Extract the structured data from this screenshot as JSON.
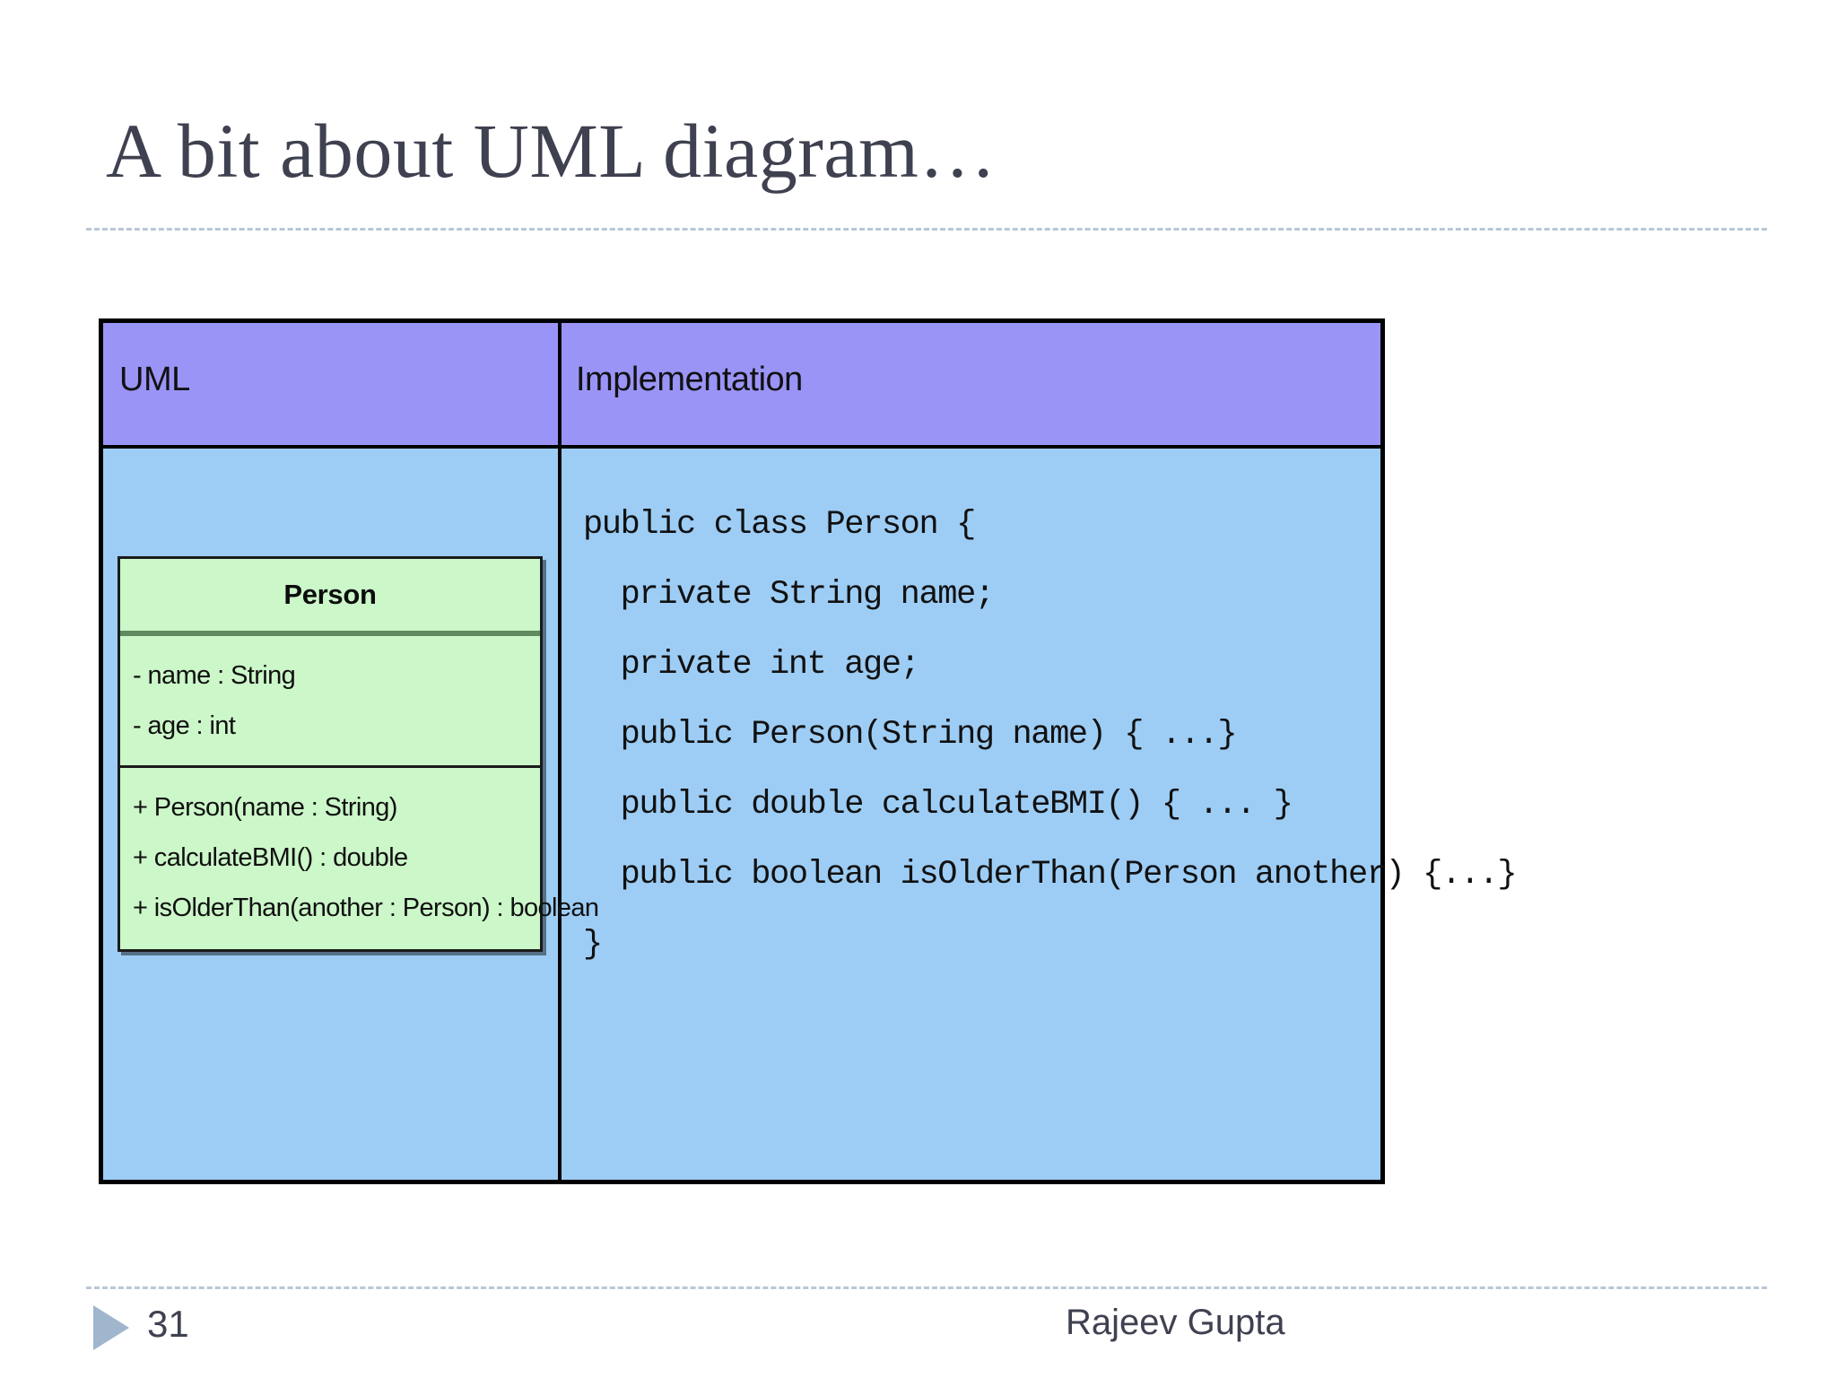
{
  "slide": {
    "title": "A bit about UML diagram…"
  },
  "table": {
    "headers": {
      "left": "UML",
      "right": "Implementation"
    },
    "colors": {
      "header_background": "#9b94f7",
      "body_background": "#9dcdf5",
      "class_box_background": "#ccf7c9",
      "border": "#000000",
      "class_divider": "#5f8a5f",
      "title_text": "#3f4150",
      "footer_triangle": "#9fb6cd",
      "dashed_rule": "#b9c7d6"
    }
  },
  "uml_class": {
    "name": "Person",
    "attributes": [
      "- name : String",
      "- age : int"
    ],
    "methods": [
      "+ Person(name : String)",
      "+ calculateBMI() : double",
      "+ isOlderThan(another : Person) : boolean"
    ]
  },
  "implementation": {
    "code_lines": [
      "public class Person {",
      "  private String name;",
      "  private int age;",
      "",
      "  public Person(String name) { ...}",
      "",
      "  public double calculateBMI() { ... }",
      "",
      "  public boolean isOlderThan(Person another) {...}",
      "}"
    ]
  },
  "footer": {
    "page_number": "31",
    "author": "Rajeev Gupta"
  }
}
